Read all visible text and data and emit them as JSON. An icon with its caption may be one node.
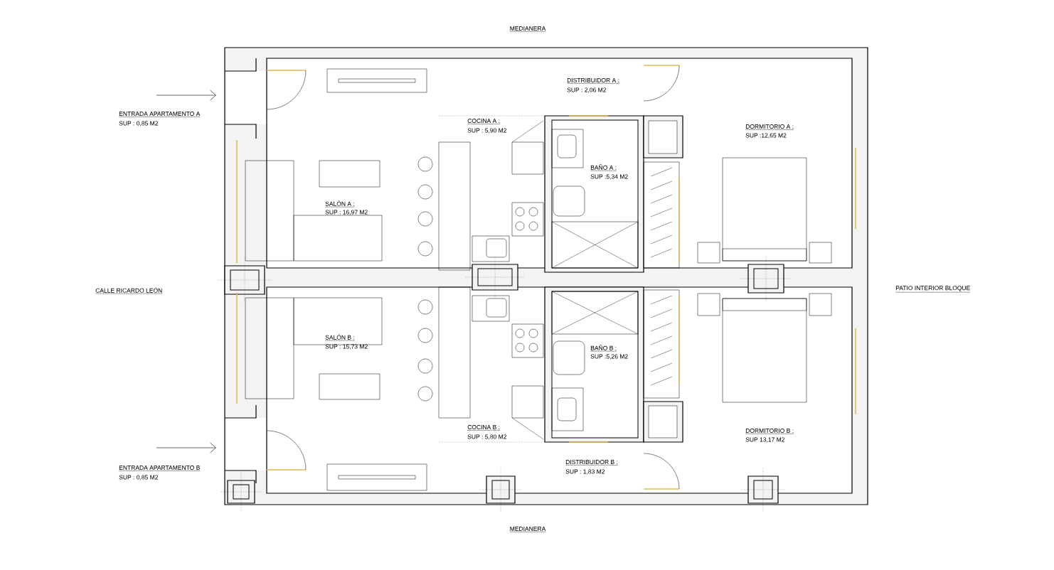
{
  "diagram": {
    "labels": [
      "MEDIANERA",
      "DISTRIBUIDOR  A :",
      "SUP : 2,06 M2",
      "ENTRADA APARTAMENTO A",
      "SUP : 0,85 M2",
      "COCINA  A :",
      "SUP : 5,90 M2",
      "DORMITORIO  A :",
      "SUP :12,65 M2",
      "BAÑO  A :",
      "SUP :5,34 M2",
      "SALÓN  A :",
      "SUP : 16,97 M2",
      "CALLE RICARDO LEÓN",
      "PATIO INTERIOR BLOQUE",
      "SALÓN  B :",
      "SUP : 15,73 M2",
      "BAÑO  B :",
      "SUP :5,26 M2",
      "COCINA  B :",
      "SUP : 5,80 M2",
      "DORMITORIO  B :",
      "SUP  13,17 M2",
      "DISTRIBUIDOR  B :",
      "SUP : 1,83 M2",
      "ENTRADA APARTAMENTO B",
      "SUP : 0,85 M2",
      "MEDIANERA"
    ]
  }
}
